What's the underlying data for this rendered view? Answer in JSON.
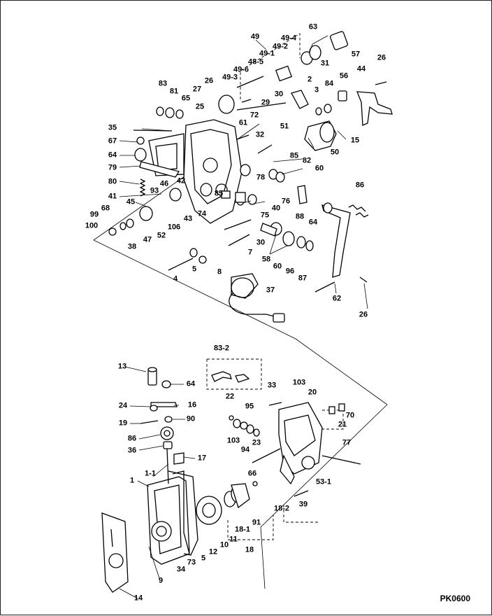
{
  "drawing_code": "PK0600",
  "labels": [
    "49",
    "49-4",
    "63",
    "49-2",
    "49-1",
    "48-5",
    "31",
    "57",
    "26",
    "49-6",
    "49-3",
    "44",
    "83",
    "81",
    "26",
    "27",
    "2",
    "84",
    "56",
    "65",
    "30",
    "3",
    "25",
    "29",
    "72",
    "61",
    "35",
    "51",
    "15",
    "32",
    "67",
    "50",
    "64",
    "85",
    "79",
    "82",
    "60",
    "80",
    "78",
    "46",
    "93",
    "42",
    "76",
    "41",
    "85",
    "74",
    "43",
    "88",
    "40",
    "45",
    "75",
    "64",
    "99",
    "68",
    "106",
    "100",
    "38",
    "47",
    "52",
    "58",
    "30",
    "86",
    "60",
    "96",
    "87",
    "5",
    "4",
    "7",
    "8",
    "37",
    "62",
    "26",
    "83-2",
    "13",
    "64",
    "103",
    "33",
    "22",
    "20",
    "24",
    "16",
    "95",
    "19",
    "90",
    "21",
    "70",
    "103",
    "86",
    "36",
    "94",
    "77",
    "23",
    "17",
    "66",
    "1-1",
    "53-1",
    "1",
    "91",
    "18-1",
    "18-2",
    "39",
    "11",
    "10",
    "12",
    "5",
    "9",
    "73",
    "34",
    "18",
    "14"
  ]
}
